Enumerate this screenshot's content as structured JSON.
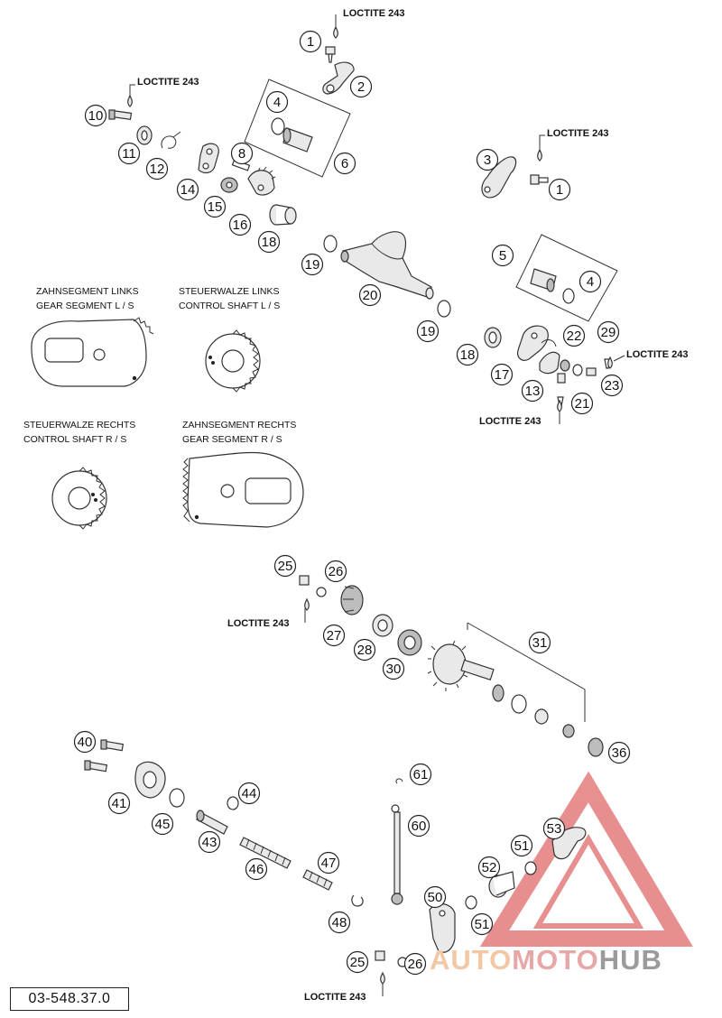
{
  "loctite_label": "LOCTITE 243",
  "part_number": "03-548.37.0",
  "callouts": [
    "1",
    "2",
    "4",
    "6",
    "10",
    "11",
    "12",
    "14",
    "15",
    "16",
    "18",
    "19",
    "20",
    "3",
    "1",
    "5",
    "4",
    "22",
    "29",
    "18",
    "17",
    "13",
    "21",
    "23",
    "19",
    "8",
    "25",
    "26",
    "27",
    "28",
    "30",
    "31",
    "36",
    "40",
    "41",
    "45",
    "43",
    "44",
    "46",
    "47",
    "48",
    "25",
    "26",
    "50",
    "51",
    "52",
    "51",
    "53",
    "60",
    "61"
  ],
  "detail_labels": {
    "gear_segment_left": [
      "ZAHNSEGMENT LINKS",
      "GEAR SEGMENT L / S"
    ],
    "control_shaft_left": [
      "STEUERWALZE LINKS",
      "CONTROL SHAFT L / S"
    ],
    "control_shaft_right": [
      "STEUERWALZE RECHTS",
      "CONTROL SHAFT R / S"
    ],
    "gear_segment_right": [
      "ZAHNSEGMENT RECHTS",
      "GEAR SEGMENT R / S"
    ]
  },
  "watermark": {
    "part1": "AUTO",
    "part2": "MOTO",
    "part3": "HUB",
    "colors": {
      "part1": "#f2c7a4",
      "part2": "#e6a7a7",
      "part3": "#9b9b9b",
      "triangle": "#e06a6a"
    }
  }
}
